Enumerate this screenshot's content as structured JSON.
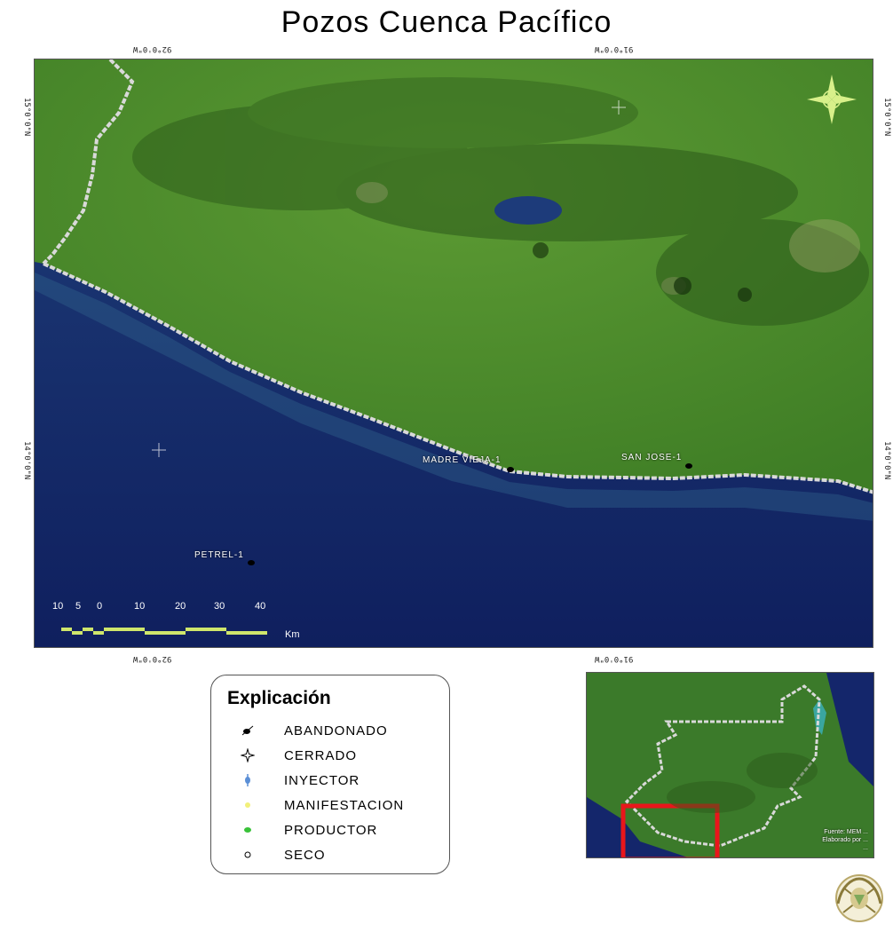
{
  "title": "Pozos Cuenca Pacífico",
  "coordinates": {
    "top_left": "92°0'0\"W",
    "top_right": "91°0'0\"W",
    "bottom_left": "92°0'0\"W",
    "bottom_right": "91°0'0\"W",
    "left_top": "15°0'0\"N",
    "left_mid": "14°0'0\"N",
    "right_top": "15°0'0\"N",
    "right_mid": "14°0'0\"N"
  },
  "wells": [
    {
      "name": "MADRE VIEJA-1"
    },
    {
      "name": "SAN JOSE-1"
    },
    {
      "name": "PETREL-1"
    }
  ],
  "scale": {
    "labels": [
      "10",
      "5",
      "0",
      "10",
      "20",
      "30",
      "40"
    ],
    "unit": "Km"
  },
  "legend": {
    "title": "Explicación",
    "items": [
      {
        "label": "ABANDONADO",
        "icon": "abandoned-well-icon",
        "color": "#000000"
      },
      {
        "label": "CERRADO",
        "icon": "closed-well-icon",
        "color": "#000000"
      },
      {
        "label": "INYECTOR",
        "icon": "injector-well-icon",
        "color": "#5b8fd6"
      },
      {
        "label": "MANIFESTACION",
        "icon": "manifestation-icon",
        "color": "#f2f07a"
      },
      {
        "label": "PRODUCTOR",
        "icon": "producer-icon",
        "color": "#39c239"
      },
      {
        "label": "SECO",
        "icon": "dry-well-icon",
        "color": "#000000"
      }
    ]
  },
  "inset": {
    "credit_lines": [
      "Fuente: MEM ...",
      "Elaborado por ...",
      "..."
    ]
  },
  "colors": {
    "ocean": "#14266b",
    "land": "#4f8f2c",
    "coastline": "#d9d9d9",
    "inset_frame": "#e8161b"
  }
}
